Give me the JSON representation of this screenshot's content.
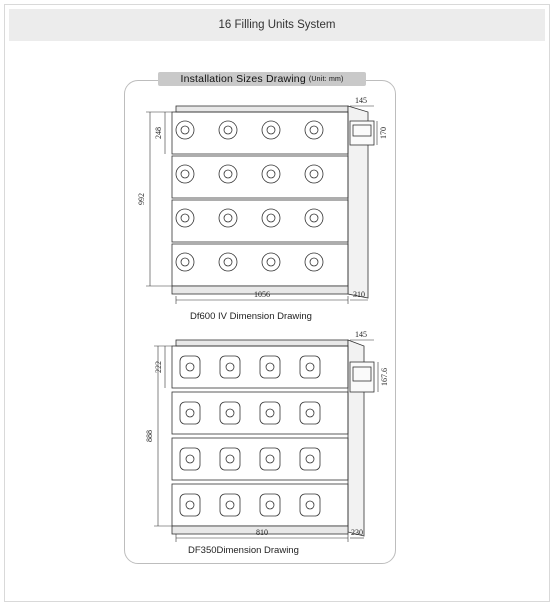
{
  "header": {
    "title": "16 Filling Units System"
  },
  "panel": {
    "title": "Installation Sizes Drawing",
    "unit_note": "(Unit: mm)"
  },
  "drawings": [
    {
      "caption": "Df600 IV Dimension Drawing",
      "dims": {
        "width": "1056",
        "height": "992",
        "depth": "310",
        "row_height": "248",
        "controller_width": "145",
        "controller_height": "170"
      }
    },
    {
      "caption": "DF350Dimension Drawing",
      "dims": {
        "width": "810",
        "height": "888",
        "depth": "230",
        "row_height": "222",
        "controller_width": "145",
        "controller_height": "167.6"
      }
    }
  ]
}
